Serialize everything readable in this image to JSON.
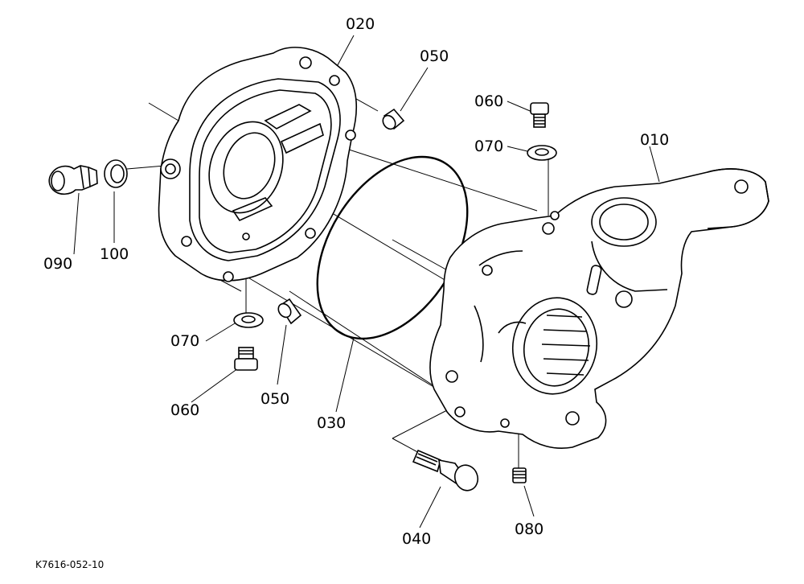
{
  "drawing_code": "K7616-052-10",
  "callouts": {
    "p010": "010",
    "p020": "020",
    "p030": "030",
    "p040": "040",
    "p050a": "050",
    "p050b": "050",
    "p060a": "060",
    "p060b": "060",
    "p070a": "070",
    "p070b": "070",
    "p080": "080",
    "p090": "090",
    "p100": "100"
  }
}
